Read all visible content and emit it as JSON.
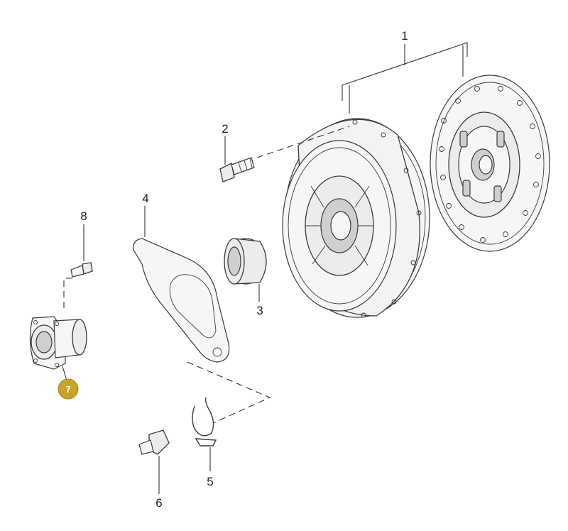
{
  "callouts": [
    {
      "id": "1",
      "text": "1",
      "highlighted": false
    },
    {
      "id": "2",
      "text": "2",
      "highlighted": false
    },
    {
      "id": "3",
      "text": "3",
      "highlighted": false
    },
    {
      "id": "4",
      "text": "4",
      "highlighted": false
    },
    {
      "id": "5",
      "text": "5",
      "highlighted": false
    },
    {
      "id": "6",
      "text": "6",
      "highlighted": false
    },
    {
      "id": "7",
      "text": "7",
      "highlighted": true
    },
    {
      "id": "8",
      "text": "8",
      "highlighted": false
    }
  ],
  "colors": {
    "highlight_badge": "#c9a227",
    "line_art": "#3a3a3a",
    "background": "#ffffff"
  }
}
